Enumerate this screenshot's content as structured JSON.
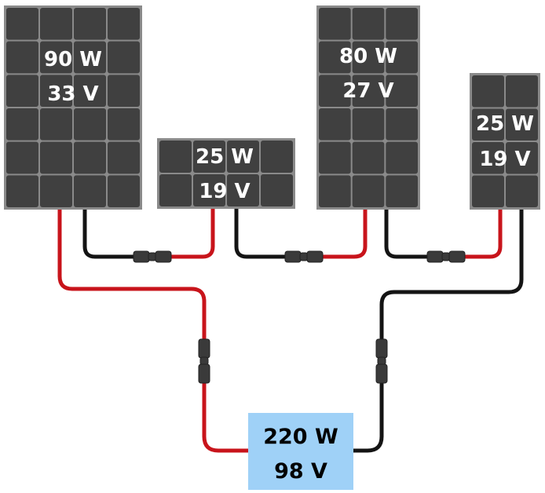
{
  "panels": [
    {
      "power": "90 W",
      "voltage": "33 V"
    },
    {
      "power": "25 W",
      "voltage": "19 V"
    },
    {
      "power": "80 W",
      "voltage": "27 V"
    },
    {
      "power": "25 W",
      "voltage": "19 V"
    }
  ],
  "total": {
    "power": "220 W",
    "voltage": "98 V"
  },
  "colors": {
    "panel_frame": "#8a8a8a",
    "panel_cell": "#404040",
    "positive_wire": "#c8141b",
    "negative_wire": "#141414",
    "connector": "#3a3a3a",
    "total_box": "#9fd1f7"
  }
}
